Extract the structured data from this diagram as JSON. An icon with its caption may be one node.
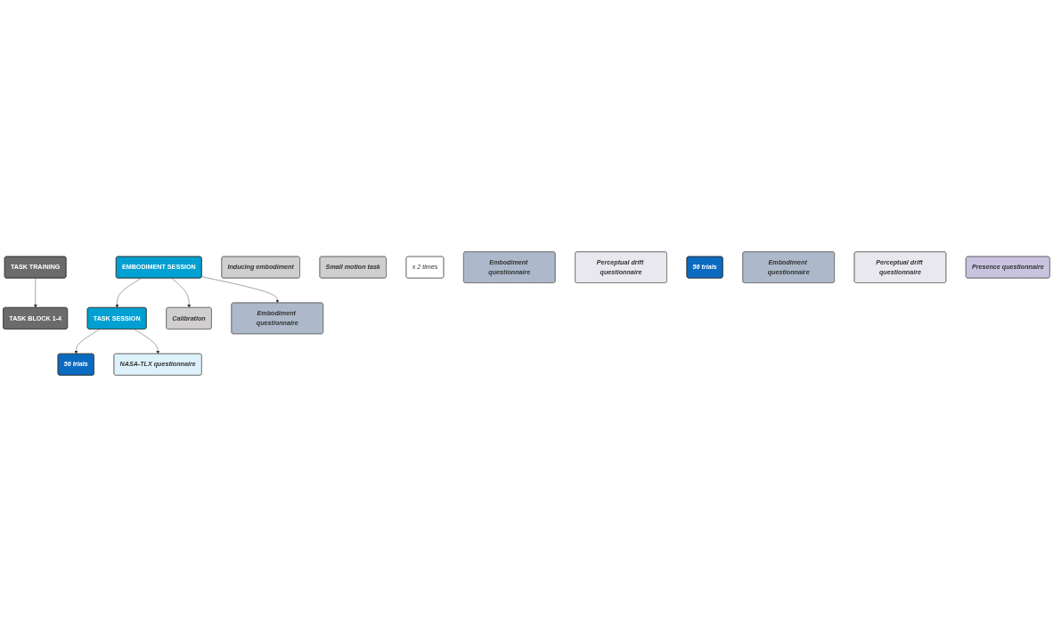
{
  "diagram": {
    "nodes": [
      {
        "text": [
          "TASK TRAINING"
        ]
      },
      {
        "text": [
          "TASK BLOCK 1-4"
        ]
      },
      {
        "text": [
          "EMBODIMENT SESSION"
        ]
      },
      {
        "text": [
          "TASK SESSION"
        ]
      },
      {
        "text": [
          "Calibration"
        ]
      },
      {
        "text": [
          "Inducing embodiment"
        ]
      },
      {
        "text": [
          "Small motion task"
        ]
      },
      {
        "text": [
          "Embodiment questionnaire"
        ]
      },
      {
        "text": [
          "x 2 times"
        ]
      },
      {
        "text": [
          "56 trials"
        ]
      },
      {
        "text": [
          "Embodiment questionnaire"
        ]
      },
      {
        "text": [
          "Perceptual drift questionnaire"
        ]
      },
      {
        "text": [
          "56 trials"
        ]
      },
      {
        "text": [
          "Embodiment questionnaire"
        ]
      },
      {
        "text": [
          "Perceptual drift questionnaire"
        ]
      },
      {
        "text": [
          "Presence questionnaire"
        ]
      },
      {
        "text": [
          "NASA-TLX questionnaire"
        ]
      }
    ],
    "edges": [
      {
        "from": 0,
        "to": 1,
        "arrow": "to"
      },
      {
        "from": 2,
        "to": 3,
        "arrow": "to"
      },
      {
        "from": 2,
        "to": 4,
        "arrow": "to"
      },
      {
        "from": 2,
        "to": 7,
        "arrow": "to"
      },
      {
        "from": 3,
        "to": 9,
        "arrow": "to"
      },
      {
        "from": 3,
        "to": 16,
        "arrow": "to"
      }
    ]
  }
}
